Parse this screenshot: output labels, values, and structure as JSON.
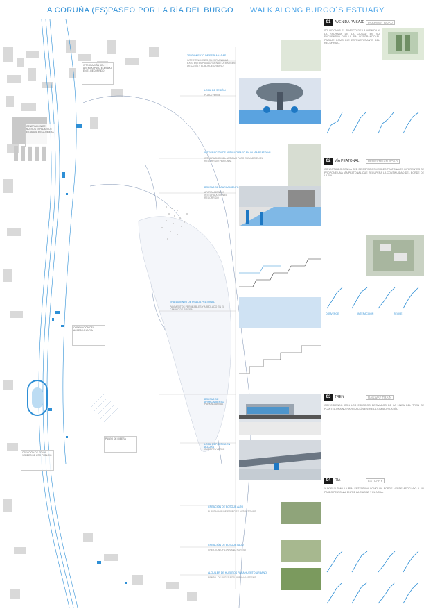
{
  "header": {
    "location": "A CORUÑA (ES).",
    "title_es": "PASEO POR LA RÍA DEL BURGO",
    "title_en": "WALK ALONG BURGO´S ESTUARY"
  },
  "colors": {
    "accent": "#2e8fd6",
    "dark": "#1a1a1a",
    "map_line": "#9aa3ad"
  },
  "sections": [
    {
      "num": "01",
      "name": "AVENIDA PAISAJE",
      "tag": "PARKWAY ROAD"
    },
    {
      "num": "02",
      "name": "VÍA PEATONAL",
      "tag": "PEDESTRIAN ROAD"
    },
    {
      "num": "03",
      "name": "TREN",
      "tag": "RAILWAY TRAIN"
    },
    {
      "num": "04",
      "name": "RÍA",
      "tag": "ESTUARY"
    }
  ],
  "captions": [
    {
      "title": "TRATAMIENTO DE ESPLANADAS",
      "text": "INTERVENCIONES EN ESPLANADAS EXISTENTES PARA ORDENAR LA MARGEN DE LA RÍA Y EL BORDE URBANO"
    },
    {
      "title": "LOMA DE SESIÓN",
      "text": "PLAZA VERDE"
    },
    {
      "title": "INTEGRACIÓN DE ANTIGUO PASO EN LA VÍA PEATONAL",
      "text": "INTEGRACIÓN DEL ANTIGUO PASO ELEVADO EN EL RECORRIDO PEATONAL"
    },
    {
      "title": "BOLSAS DE APARCAMIENTO INMERSAS EN CAMINO",
      "text": "APARCAMIENTOS INTEGRADOS EN EL RECORRIDO"
    },
    {
      "title": "TRATAMIENTO DE PISADA PEATONAL",
      "text": "PAVIMENTOS PERMEABLES Y ARBOLADO EN EL CAMINO DE RIBERA"
    },
    {
      "title": "BOLSAS DE APARCAMIENTO",
      "text": "PARKING AREAS"
    },
    {
      "title": "LOMA DEPORTIVA EN ALLURA",
      "text": "CUBIERTA VERDE"
    },
    {
      "title": "CREACIÓN DE BOSQUE ALTO",
      "text": "PLANTACIÓN DE ESPECIES AUTÓCTONAS"
    },
    {
      "title": "CREACIÓN DE BOSQUE BAJO",
      "text": "CREATION OF LOWLAND FOREST"
    },
    {
      "title": "ALQUILER DE HUERTOS PARA HUERTO URBANO",
      "text": "RENTAL OF PLOTS FOR URBAN GARDENS"
    }
  ],
  "panel_texts": {
    "s01": "SOLUCIONAR EL TRÁFICO DE LA AVENIDA Y LA FACHADA DE LA CIUDAD EN SU ENCUENTRO CON LA RÍA, INTEGRANDO EL PAISAJE COMO EJE ESTRUCTURANTE DEL RECORRIDO.",
    "s02": "CONECTANDO CON LA RED DE ESPACIOS VERDES PEATONALES DIFERENTES SE PROPONE UNA VÍA PEATONAL QUE RECUPERA LA CONTINUIDAD DEL BORDE DE LA RÍA.",
    "s03": "COINCIDIENDO CON LOS ESPACIOS DERIVADOS DE LA LÍNEA DEL TREN SE PLANTEA UNA NUEVA RELACIÓN ENTRE LA CIUDAD Y LA RÍA.",
    "s04": "Y POR ÚLTIMO LA RÍA, ENTENDIDA COMO UN BORDE VERDE ASOCIADO A UN PASEO PEATONAL ENTRE LA CIUDAD Y EL AGUA."
  },
  "map_notes": [
    "INTEGRACIÓN DEL ANTIGUO PASO ELEVADO EN EL RECORRIDO",
    "GENERACIÓN DE NUEVOS ESPACIOS DE ESTANCIA EN LA RIBERA",
    "ORDENACIÓN DEL ACCESO A LA RÍA",
    "CREACIÓN DE ZONAS VERDES DE USO PÚBLICO",
    "PASEO DE RIBERA"
  ],
  "section_labels": [
    "CONVERGE",
    "INTERACCIÓN",
    "REVIVE"
  ]
}
